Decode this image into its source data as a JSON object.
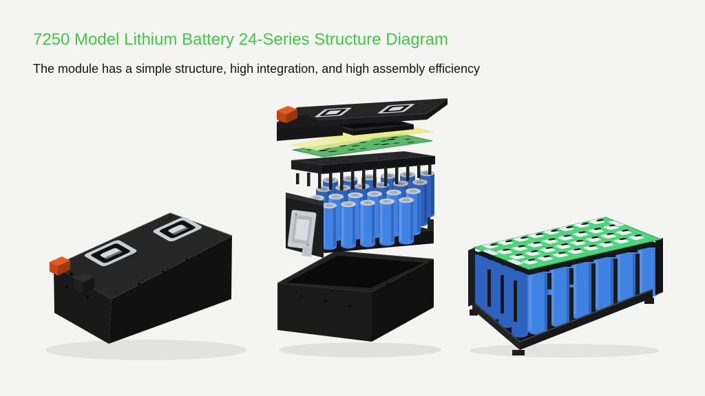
{
  "header": {
    "title": "7250 Model Lithium Battery 24-Series Structure Diagram",
    "subtitle": "The module has a simple structure, high integration, and high assembly efficiency"
  },
  "colors": {
    "background": "#f4f4f2",
    "title_green": "#40c940",
    "text_dark": "#121212",
    "cell_blue": "#3f82e2",
    "cell_blue_dark": "#2d63be",
    "cell_top_silver": "#c9cfd6",
    "pcb_green_bright": "#4ed47a",
    "pcb_green_dark": "#5cb96a",
    "insulation_yellow": "#e9e97c",
    "plastic_black": "#262626",
    "case_black": "#141414",
    "connector_orange": "#e55a24",
    "metal_silver": "#c9ced3"
  },
  "figures": {
    "pack": {
      "name": "assembled-battery-pack"
    },
    "exploded": {
      "name": "exploded-module-stack"
    },
    "module": {
      "name": "open-cell-module"
    }
  }
}
